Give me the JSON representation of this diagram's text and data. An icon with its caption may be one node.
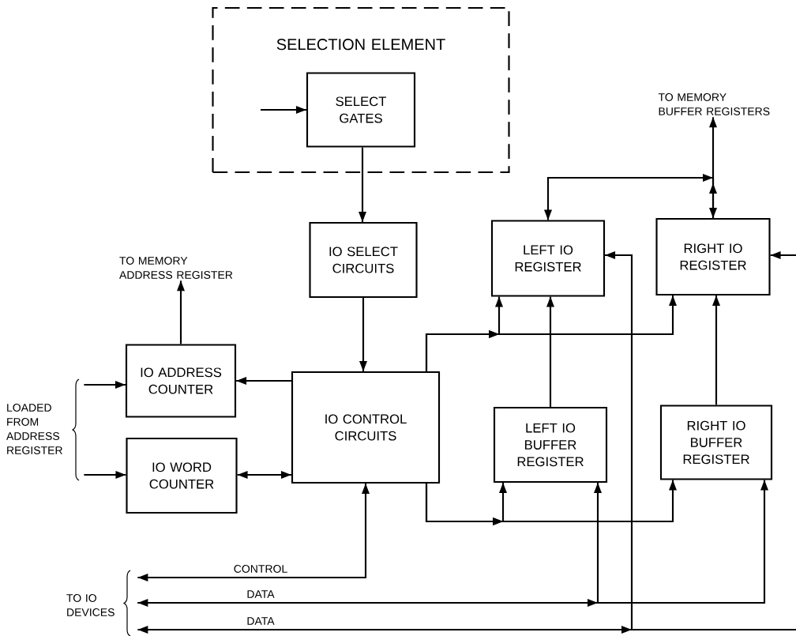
{
  "diagram": {
    "nodes": [
      {
        "text": [
          "SELECTION ELEMENT"
        ]
      },
      {
        "text": [
          "SELECT GATES"
        ],
        "in": 0
      },
      {
        "text": [
          "IO SELECT CIRCUITS"
        ]
      },
      {
        "text": [
          "LEFT IO REGISTER"
        ]
      },
      {
        "text": [
          "RIGHT IO REGISTER"
        ]
      },
      {
        "text": [
          "TO MEMORY BUFFER REGISTERS"
        ]
      },
      {
        "text": [
          "TO MEMORY ADDRESS REGISTER"
        ]
      },
      {
        "text": [
          "IO ADDRESS COUNTER"
        ]
      },
      {
        "text": [
          "IO CONTROL CIRCUITS"
        ]
      },
      {
        "text": [
          "LEFT IO BUFFER REGISTER"
        ]
      },
      {
        "text": [
          "RIGHT IO BUFFER REGISTER"
        ]
      },
      {
        "text": [
          "LOADED FROM ADDRESS REGISTER"
        ]
      },
      {
        "text": [
          "IO WORD COUNTER"
        ]
      },
      {
        "text": [
          "TO IO DEVICES"
        ]
      }
    ],
    "edges": [
      {
        "from": null,
        "to": 1,
        "arrow": "to"
      },
      {
        "from": 1,
        "to": 2,
        "arrow": "to"
      },
      {
        "from": 2,
        "to": 8,
        "arrow": "to"
      },
      {
        "from": 8,
        "to": 7,
        "arrow": "to"
      },
      {
        "from": 7,
        "to": 6,
        "arrow": "to"
      },
      {
        "from": 11,
        "to": 7,
        "arrow": "to"
      },
      {
        "from": 11,
        "to": 12,
        "arrow": "to"
      },
      {
        "from": 12,
        "to": 8,
        "arrow": "both"
      },
      {
        "from": 8,
        "to": 3,
        "arrow": "to"
      },
      {
        "from": 8,
        "to": 4,
        "arrow": "to"
      },
      {
        "from": 8,
        "to": 9,
        "arrow": "to"
      },
      {
        "from": 8,
        "to": 10,
        "arrow": "to"
      },
      {
        "from": 9,
        "to": 3,
        "arrow": "to"
      },
      {
        "from": 10,
        "to": 4,
        "arrow": "to"
      },
      {
        "from": 3,
        "to": 4,
        "arrow": "both"
      },
      {
        "from": 4,
        "to": 5,
        "arrow": "to"
      },
      {
        "from": null,
        "to": 4,
        "arrow": "to"
      },
      {
        "from": 8,
        "to": 13,
        "label": "CONTROL",
        "arrow": "both"
      },
      {
        "from": 9,
        "to": 13,
        "label": "DATA",
        "arrow": "both"
      },
      {
        "from": 13,
        "to": 10,
        "arrow": "to"
      },
      {
        "from": 3,
        "to": 13,
        "label": "DATA",
        "arrow": "both"
      }
    ]
  }
}
